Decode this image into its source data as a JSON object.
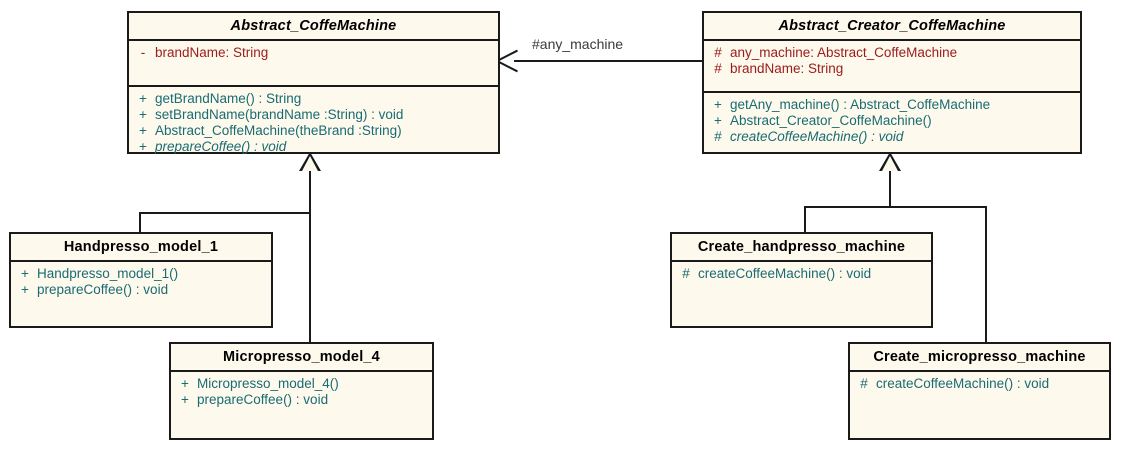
{
  "diagram": {
    "title": "Abstract Factory / Factory Method UML class diagram",
    "type": "uml-class-diagram",
    "colors": {
      "class_fill": "#fdf9ec",
      "border": "#1a1a1a",
      "attribute_text": "#9b1b1b",
      "operation_text": "#1a6b73",
      "title_text": "#000000",
      "label_text": "#3a3a3a",
      "background": "#ffffff"
    }
  },
  "classes": {
    "abstract_coffemachine": {
      "name": "Abstract_CoffeMachine",
      "abstract": true,
      "attributes": [
        {
          "visibility": "-",
          "text": "brandName:  String"
        }
      ],
      "operations": [
        {
          "visibility": "+",
          "text": "getBrandName() : String",
          "abstract": false
        },
        {
          "visibility": "+",
          "text": "setBrandName(brandName :String) : void",
          "abstract": false
        },
        {
          "visibility": "+",
          "text": "Abstract_CoffeMachine(theBrand :String)",
          "abstract": false
        },
        {
          "visibility": "+",
          "text": "prepareCoffee() : void",
          "abstract": true
        }
      ]
    },
    "abstract_creator_coffemachine": {
      "name": "Abstract_Creator_CoffeMachine",
      "abstract": true,
      "attributes": [
        {
          "visibility": "#",
          "text": "any_machine:  Abstract_CoffeMachine"
        },
        {
          "visibility": "#",
          "text": "brandName:  String"
        }
      ],
      "operations": [
        {
          "visibility": "+",
          "text": "getAny_machine() : Abstract_CoffeMachine",
          "abstract": false
        },
        {
          "visibility": "+",
          "text": "Abstract_Creator_CoffeMachine()",
          "abstract": false
        },
        {
          "visibility": "#",
          "text": "createCoffeeMachine() : void",
          "abstract": true
        }
      ]
    },
    "handpresso_model_1": {
      "name": "Handpresso_model_1",
      "abstract": false,
      "attributes": [],
      "operations": [
        {
          "visibility": "+",
          "text": "Handpresso_model_1()",
          "abstract": false
        },
        {
          "visibility": "+",
          "text": "prepareCoffee() : void",
          "abstract": false
        }
      ]
    },
    "micropresso_model_4": {
      "name": "Micropresso_model_4",
      "abstract": false,
      "attributes": [],
      "operations": [
        {
          "visibility": "+",
          "text": "Micropresso_model_4()",
          "abstract": false
        },
        {
          "visibility": "+",
          "text": "prepareCoffee() : void",
          "abstract": false
        }
      ]
    },
    "create_handpresso_machine": {
      "name": "Create_handpresso_machine",
      "abstract": false,
      "attributes": [],
      "operations": [
        {
          "visibility": "#",
          "text": "createCoffeeMachine() : void",
          "abstract": false
        }
      ]
    },
    "create_micropresso_machine": {
      "name": "Create_micropresso_machine",
      "abstract": false,
      "attributes": [],
      "operations": [
        {
          "visibility": "#",
          "text": "createCoffeeMachine() : void",
          "abstract": false
        }
      ]
    }
  },
  "relationships": {
    "association": {
      "label": "#any_machine",
      "from": "Abstract_Creator_CoffeMachine",
      "to": "Abstract_CoffeMachine",
      "kind": "directed-association"
    },
    "generalizations": [
      {
        "child": "Handpresso_model_1",
        "parent": "Abstract_CoffeMachine"
      },
      {
        "child": "Micropresso_model_4",
        "parent": "Abstract_CoffeMachine"
      },
      {
        "child": "Create_handpresso_machine",
        "parent": "Abstract_Creator_CoffeMachine"
      },
      {
        "child": "Create_micropresso_machine",
        "parent": "Abstract_Creator_CoffeMachine"
      }
    ]
  }
}
